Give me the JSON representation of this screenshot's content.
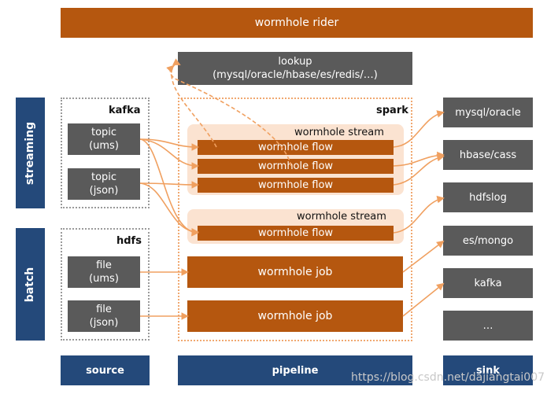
{
  "top_bar": "wormhole rider",
  "lookup": {
    "line1": "lookup",
    "line2": "(mysql/oracle/hbase/es/redis/…)"
  },
  "side_labels": {
    "streaming": "streaming",
    "batch": "batch"
  },
  "source": {
    "kafka_label": "kafka",
    "hdfs_label": "hdfs",
    "topic_ums": [
      "topic",
      "(ums)"
    ],
    "topic_json": [
      "topic",
      "(json)"
    ],
    "file_ums": [
      "file",
      "(ums)"
    ],
    "file_json": [
      "file",
      "(json)"
    ]
  },
  "pipeline": {
    "spark_label": "spark",
    "stream1_label": "wormhole stream",
    "stream2_label": "wormhole stream",
    "flows": [
      "wormhole flow",
      "wormhole flow",
      "wormhole flow",
      "wormhole flow"
    ],
    "jobs": [
      "wormhole job",
      "wormhole job"
    ]
  },
  "sinks": [
    "mysql/oracle",
    "hbase/cass",
    "hdfslog",
    "es/mongo",
    "kafka",
    "…"
  ],
  "bottom": {
    "source": "source",
    "pipeline": "pipeline",
    "sink": "sink"
  },
  "watermark": "https://blog.csdn.net/dajiangtai007",
  "colors": {
    "brown": "#b5570f",
    "gray": "#5a5a5a",
    "navy": "#24497a",
    "arrow": "#f0a060",
    "stream_bg": "#fbe3d1"
  }
}
